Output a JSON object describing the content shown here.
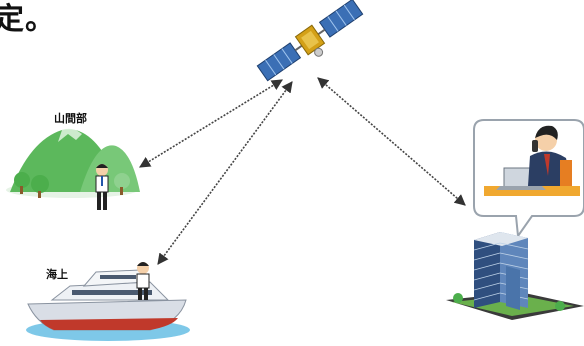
{
  "heading": "定。",
  "labels": {
    "mountain": "山間部",
    "sea": "海上"
  },
  "colors": {
    "arrow": "#444444",
    "mountain_green": "#5cb85c",
    "ship_hull": "#d9dee6",
    "ship_stripe": "#c0392b",
    "water": "#7ec8e8",
    "building_glass": "#2f4f7f",
    "office_desk": "#f0a830"
  },
  "icons": {
    "satellite": "satellite-icon",
    "mountain": "mountain-scene-icon",
    "ship": "ship-icon",
    "building": "office-building-icon",
    "office_worker": "office-worker-icon",
    "person_mountain": "person-icon",
    "person_ship": "person-icon"
  }
}
